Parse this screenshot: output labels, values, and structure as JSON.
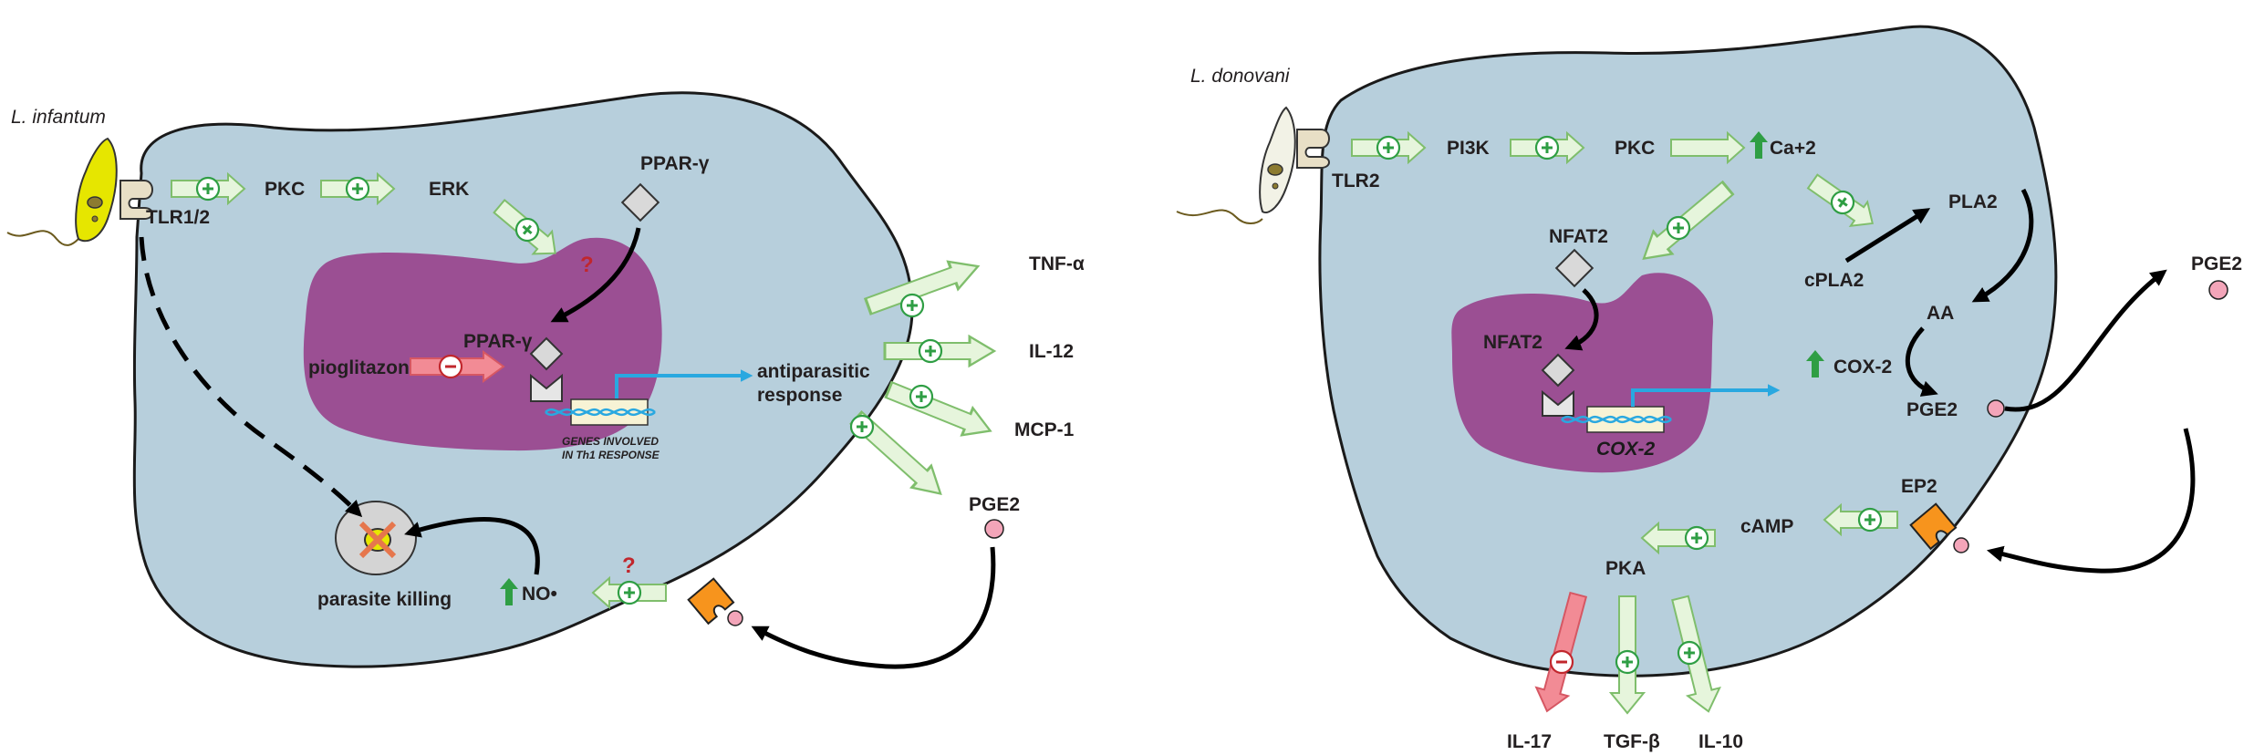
{
  "left_panel": {
    "parasite": "L. infantum",
    "receptor": "TLR1/2",
    "pkc": "PKC",
    "erk": "ERK",
    "ppar_cyto": "PPAR-γ",
    "ppar_nuc": "PPAR-γ",
    "genes": [
      "GENES INVOLVED",
      "IN Th1 RESPONSE"
    ],
    "pioglitazone": "pioglitazone",
    "antiparasitic": [
      "antiparasitic",
      "response"
    ],
    "tnf": "TNF-α",
    "il12": "IL-12",
    "mcp1": "MCP-1",
    "pge2": "PGE2",
    "no": "NO•",
    "killing": "parasite killing",
    "question": "?"
  },
  "right_panel": {
    "parasite": "L. donovani",
    "receptor": "TLR2",
    "pi3k": "PI3K",
    "pkc": "PKC",
    "ca": "Ca+2",
    "nfat_cyto": "NFAT2",
    "nfat_nuc": "NFAT2",
    "cox2_gene": "COX-2",
    "cox2": "COX-2",
    "cpla2": "cPLA2",
    "pla2": "PLA2",
    "aa": "AA",
    "pge2_in": "PGE2",
    "pge2_out": "PGE2",
    "ep2": "EP2",
    "camp": "cAMP",
    "pka": "PKA",
    "il17": "IL-17",
    "tgfb": "TGF-β",
    "il10": "IL-10"
  },
  "colors": {
    "cell": "#b7cfdc",
    "nucleus": "#9b4f93",
    "activation_arrow": "#e6f5dc",
    "inhibition_arrow": "#f28b95",
    "up_arrow": "#2f9e44",
    "transcription": "#29a8e0"
  }
}
